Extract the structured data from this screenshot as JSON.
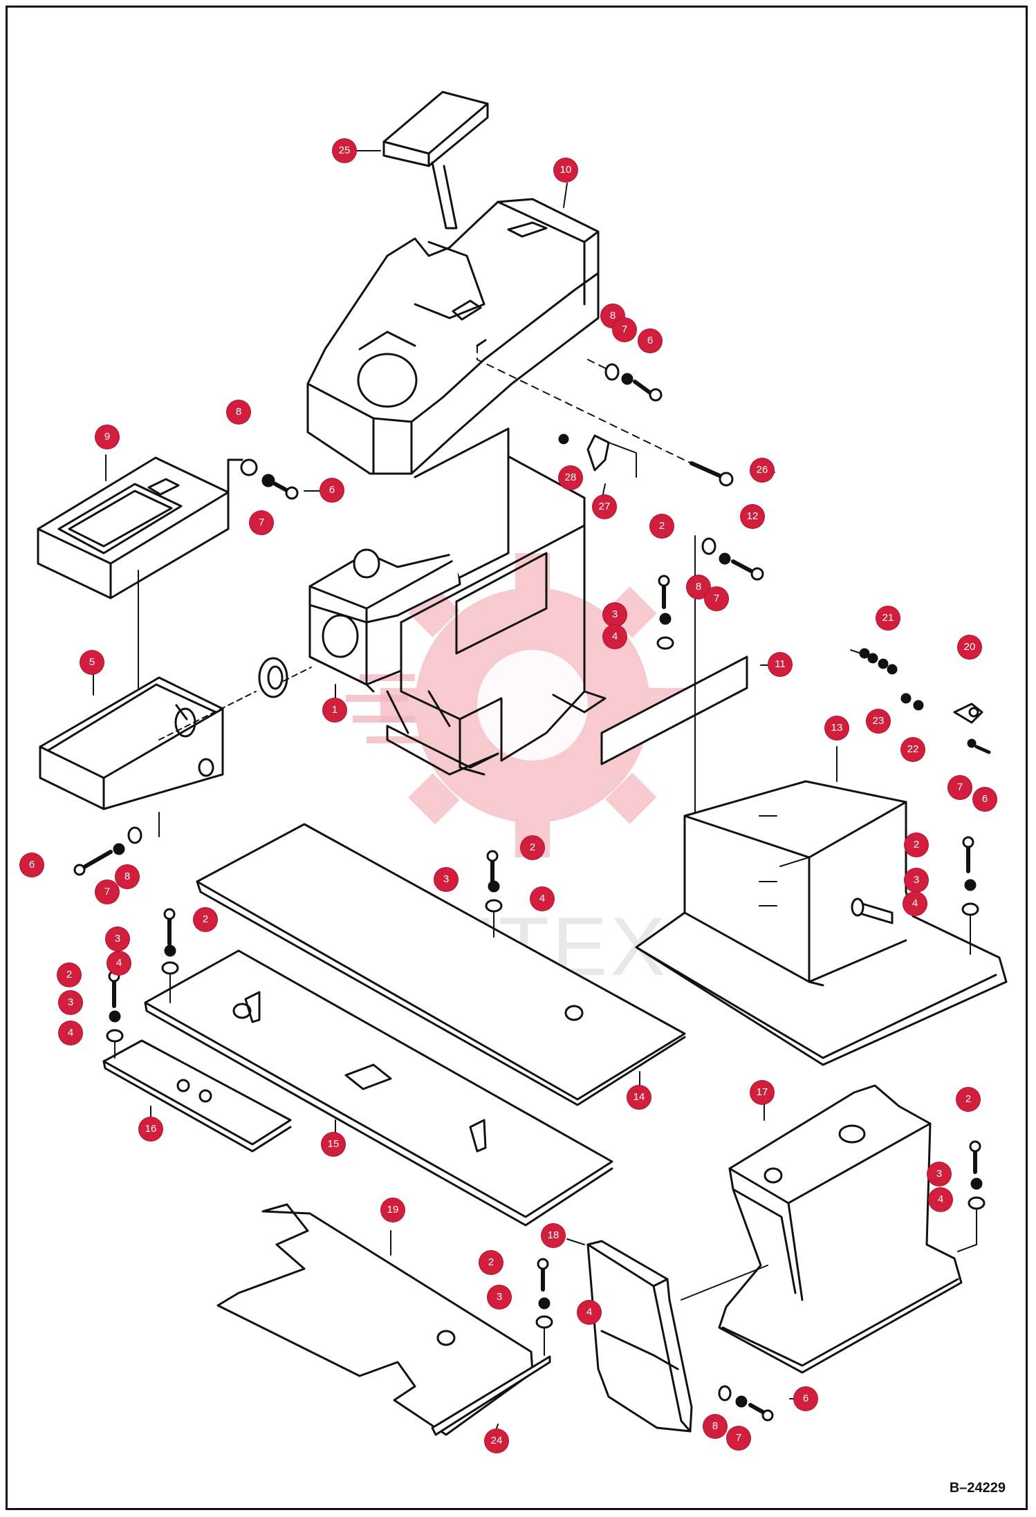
{
  "reference_code": "B–24229",
  "watermark": "ИНТЕХ",
  "colors": {
    "callout": "#d11e3c",
    "line": "#111111",
    "watermark": "#e8a0a6"
  },
  "callouts": [
    {
      "id": "c25",
      "num": "25"
    },
    {
      "id": "c10",
      "num": "10"
    },
    {
      "id": "c8a",
      "num": "8"
    },
    {
      "id": "c7a",
      "num": "7"
    },
    {
      "id": "c6a",
      "num": "6"
    },
    {
      "id": "c8b",
      "num": "8"
    },
    {
      "id": "c9",
      "num": "9"
    },
    {
      "id": "c6b",
      "num": "6"
    },
    {
      "id": "c7b",
      "num": "7"
    },
    {
      "id": "c26",
      "num": "26"
    },
    {
      "id": "c28",
      "num": "28"
    },
    {
      "id": "c27",
      "num": "27"
    },
    {
      "id": "c2a",
      "num": "2"
    },
    {
      "id": "c12",
      "num": "12"
    },
    {
      "id": "c8c",
      "num": "8"
    },
    {
      "id": "c7c",
      "num": "7"
    },
    {
      "id": "c3a",
      "num": "3"
    },
    {
      "id": "c4a",
      "num": "4"
    },
    {
      "id": "c21",
      "num": "21"
    },
    {
      "id": "c20",
      "num": "20"
    },
    {
      "id": "c5",
      "num": "5"
    },
    {
      "id": "c11",
      "num": "11"
    },
    {
      "id": "c1",
      "num": "1"
    },
    {
      "id": "c23",
      "num": "23"
    },
    {
      "id": "c22",
      "num": "22"
    },
    {
      "id": "c13",
      "num": "13"
    },
    {
      "id": "c7d",
      "num": "7"
    },
    {
      "id": "c6c",
      "num": "6"
    },
    {
      "id": "c6d",
      "num": "6"
    },
    {
      "id": "c8d",
      "num": "8"
    },
    {
      "id": "c7e",
      "num": "7"
    },
    {
      "id": "c2b",
      "num": "2"
    },
    {
      "id": "c3b",
      "num": "3"
    },
    {
      "id": "c4b",
      "num": "4"
    },
    {
      "id": "c2c",
      "num": "2"
    },
    {
      "id": "c3c",
      "num": "3"
    },
    {
      "id": "c4c",
      "num": "4"
    },
    {
      "id": "c2d",
      "num": "2"
    },
    {
      "id": "c3d",
      "num": "3"
    },
    {
      "id": "c4d",
      "num": "4"
    },
    {
      "id": "c2e",
      "num": "2"
    },
    {
      "id": "c3e",
      "num": "3"
    },
    {
      "id": "c4e",
      "num": "4"
    },
    {
      "id": "c14",
      "num": "14"
    },
    {
      "id": "c16",
      "num": "16"
    },
    {
      "id": "c15",
      "num": "15"
    },
    {
      "id": "c17",
      "num": "17"
    },
    {
      "id": "c2f",
      "num": "2"
    },
    {
      "id": "c3f",
      "num": "3"
    },
    {
      "id": "c4f",
      "num": "4"
    },
    {
      "id": "c19",
      "num": "19"
    },
    {
      "id": "c18",
      "num": "18"
    },
    {
      "id": "c2g",
      "num": "2"
    },
    {
      "id": "c3g",
      "num": "3"
    },
    {
      "id": "c4g",
      "num": "4"
    },
    {
      "id": "c6e",
      "num": "6"
    },
    {
      "id": "c8e",
      "num": "8"
    },
    {
      "id": "c7f",
      "num": "7"
    },
    {
      "id": "c24",
      "num": "24"
    }
  ]
}
